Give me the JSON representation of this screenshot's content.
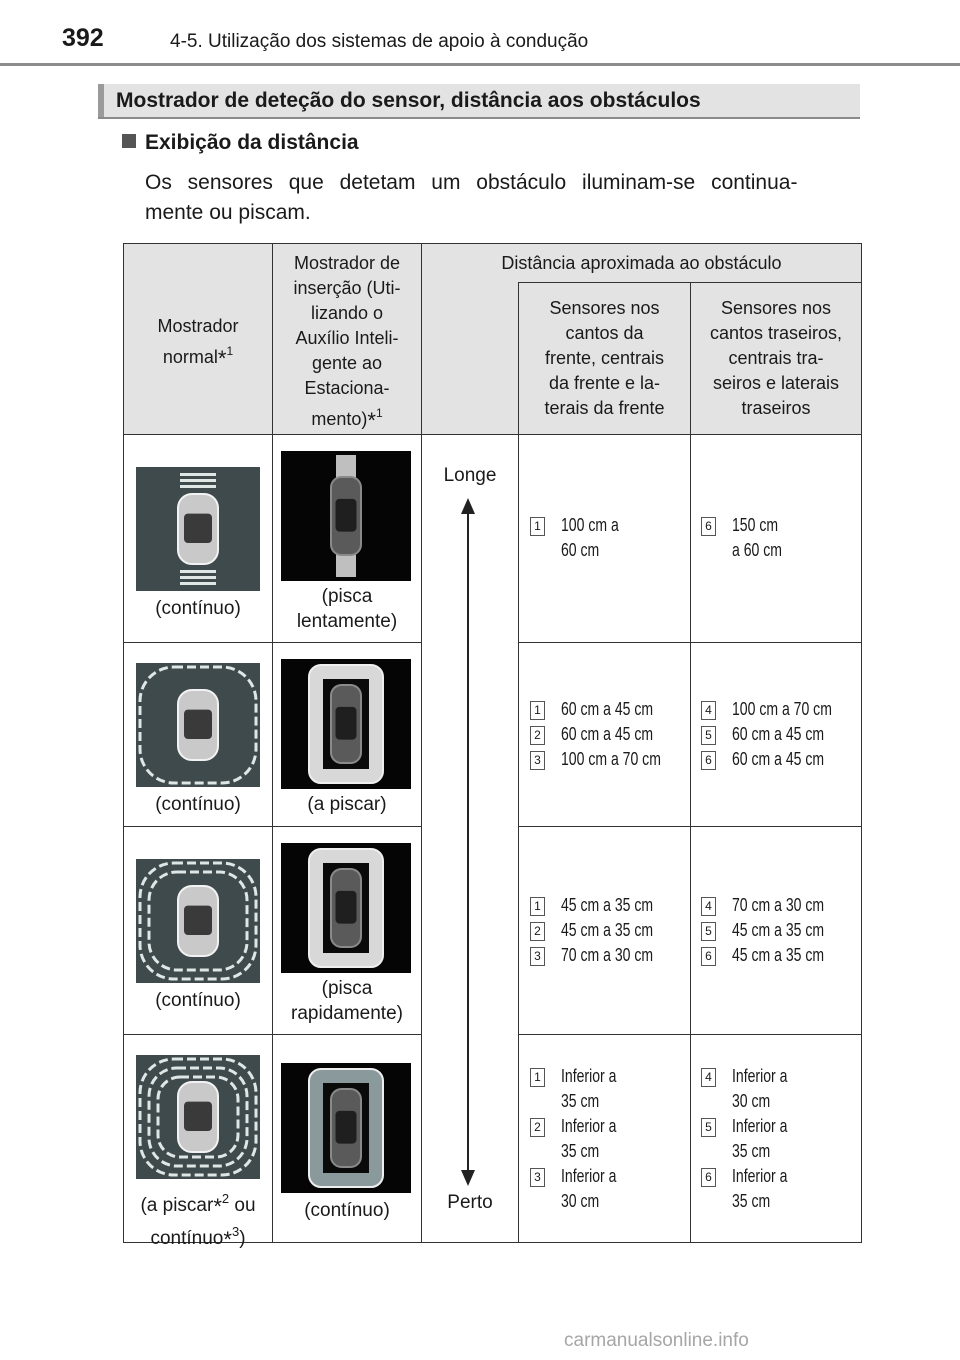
{
  "header": {
    "page_number": "392",
    "chapter": "4-5. Utilização dos sistemas de apoio à condução"
  },
  "section": {
    "title": "Mostrador de deteção do sensor, distância aos obstáculos"
  },
  "subheading": "Exibição da distância",
  "intro": {
    "line1": "Os sensores que detetam um obstáculo iluminam-se continua-",
    "line2": "mente ou piscam."
  },
  "table": {
    "col_normal": {
      "line1": "Mostrador",
      "line2": "normal",
      "note": "1"
    },
    "col_insert": {
      "lines": [
        "Mostrador de",
        "inserção (Uti-",
        "lizando o",
        "Auxílio Inteli-",
        "gente ao",
        "Estaciona-"
      ],
      "last": "mento)",
      "note": "1"
    },
    "col_distance": "Distância aproximada ao obstáculo",
    "col_front": [
      "Sensores nos",
      "cantos da",
      "frente, centrais",
      "da frente e la-",
      "terais da frente"
    ],
    "col_rear": [
      "Sensores nos",
      "cantos traseiros,",
      "centrais tra-",
      "seiros e laterais",
      "traseiros"
    ],
    "arrow_far": "Longe",
    "arrow_near": "Perto",
    "rows": [
      {
        "normal_caption": [
          "(contínuo)"
        ],
        "insert_caption": [
          "(pisca",
          "lentamente)"
        ],
        "front": [
          {
            "n": "1",
            "lines": [
              "100 cm a",
              "60 cm"
            ]
          }
        ],
        "rear": [
          {
            "n": "6",
            "lines": [
              "150 cm",
              "a 60 cm"
            ]
          }
        ]
      },
      {
        "normal_caption": [
          "(contínuo)"
        ],
        "insert_caption": [
          "(a piscar)"
        ],
        "front": [
          {
            "n": "1",
            "lines": [
              "60 cm a 45 cm"
            ]
          },
          {
            "n": "2",
            "lines": [
              "60 cm a 45 cm"
            ]
          },
          {
            "n": "3",
            "lines": [
              "100 cm a 70 cm"
            ]
          }
        ],
        "rear": [
          {
            "n": "4",
            "lines": [
              "100 cm a 70 cm"
            ]
          },
          {
            "n": "5",
            "lines": [
              "60 cm a 45 cm"
            ]
          },
          {
            "n": "6",
            "lines": [
              "60 cm a 45 cm"
            ]
          }
        ]
      },
      {
        "normal_caption": [
          "(contínuo)"
        ],
        "insert_caption": [
          "(pisca",
          "rapidamente)"
        ],
        "front": [
          {
            "n": "1",
            "lines": [
              "45 cm a 35 cm"
            ]
          },
          {
            "n": "2",
            "lines": [
              "45 cm a 35 cm"
            ]
          },
          {
            "n": "3",
            "lines": [
              "70 cm a 30 cm"
            ]
          }
        ],
        "rear": [
          {
            "n": "4",
            "lines": [
              "70 cm a 30 cm"
            ]
          },
          {
            "n": "5",
            "lines": [
              "45 cm a 35 cm"
            ]
          },
          {
            "n": "6",
            "lines": [
              "45 cm a 35 cm"
            ]
          }
        ]
      },
      {
        "normal_caption": [
          "(a piscar",
          "2",
          " ou",
          "contínuo",
          "3",
          ")"
        ],
        "insert_caption": [
          "(contínuo)"
        ],
        "front": [
          {
            "n": "1",
            "lines": [
              "Inferior a",
              "35 cm"
            ]
          },
          {
            "n": "2",
            "lines": [
              "Inferior a",
              "35 cm"
            ]
          },
          {
            "n": "3",
            "lines": [
              "Inferior a",
              "30 cm"
            ]
          }
        ],
        "rear": [
          {
            "n": "4",
            "lines": [
              "Inferior a",
              "30 cm"
            ]
          },
          {
            "n": "5",
            "lines": [
              "Inferior a",
              "35 cm"
            ]
          },
          {
            "n": "6",
            "lines": [
              "Inferior a",
              "35 cm"
            ]
          }
        ]
      }
    ]
  },
  "watermark": "carmanualsonline.info"
}
